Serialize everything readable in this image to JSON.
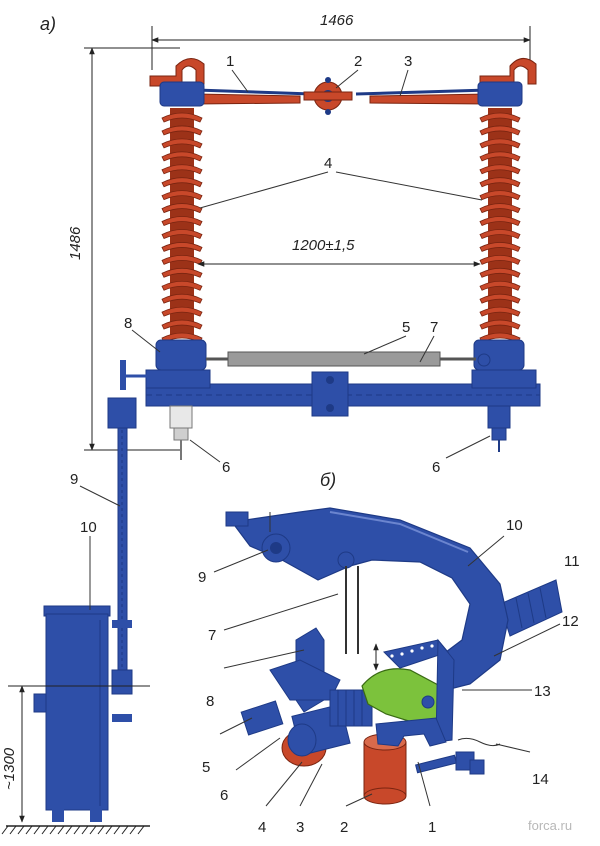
{
  "section_a": "а)",
  "section_b": "б)",
  "dimensions": {
    "width": "1466",
    "height": "1486",
    "pole_spacing": "1200±1,5",
    "drive_height": "~1300"
  },
  "labels_a": [
    "1",
    "2",
    "3",
    "4",
    "5",
    "7",
    "8",
    "6",
    "6",
    "9",
    "10"
  ],
  "labels_b": [
    "9",
    "10",
    "11",
    "7",
    "12",
    "8",
    "13",
    "5",
    "14",
    "6",
    "4",
    "3",
    "2",
    "1"
  ],
  "watermark": "forca.ru",
  "colors": {
    "blue": "#2e4fa8",
    "blue_dark": "#1e3a86",
    "red": "#c8482a",
    "red_dark": "#9c3218",
    "green": "#7cc23c",
    "grey": "#9a9a9a"
  }
}
